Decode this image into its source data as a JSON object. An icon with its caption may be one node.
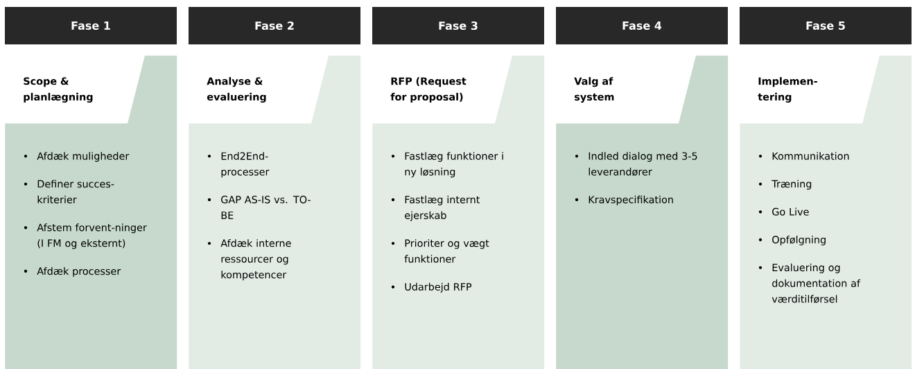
{
  "diagram": {
    "nodes": [
      {
        "text": [
          "Fase 1"
        ]
      },
      {
        "text": [
          "Afdæk muligheder",
          "Definer succes-kriterier",
          "Afstem forvent-ninger (I FM og eksternt)",
          "Afdæk processer"
        ]
      },
      {
        "text": [
          "Scope & planlægning"
        ],
        "in": 1
      },
      {
        "text": [
          "Fase 2"
        ]
      },
      {
        "text": [
          "End2End-processer",
          "GAP AS-IS vs. TO-BE",
          "Afdæk interne ressourcer og kompetencer"
        ]
      },
      {
        "text": [
          "Analyse & evaluering"
        ],
        "in": 4
      },
      {
        "text": [
          "Fase 3"
        ]
      },
      {
        "text": [
          "Fastlæg funktioner i ny løsning",
          "Fastlæg internt ejerskab",
          "Prioriter og vægt funktioner",
          "Udarbejd RFP"
        ]
      },
      {
        "text": [
          "RFP (Request for proposal)"
        ],
        "in": 7
      },
      {
        "text": [
          "Fase 4"
        ]
      },
      {
        "text": [
          "Indled dialog med 3-5 leverandører",
          "Kravspecifikation"
        ]
      },
      {
        "text": [
          "Valg af system"
        ],
        "in": 10
      },
      {
        "text": [
          "Fase 5"
        ]
      },
      {
        "text": [
          "Kommunikation",
          "Træning",
          "Go Live",
          "Opfølgning",
          "Evaluering og dokumentation af værditilførsel"
        ]
      },
      {
        "text": [
          "Implemen-tering"
        ],
        "in": 13
      }
    ]
  }
}
